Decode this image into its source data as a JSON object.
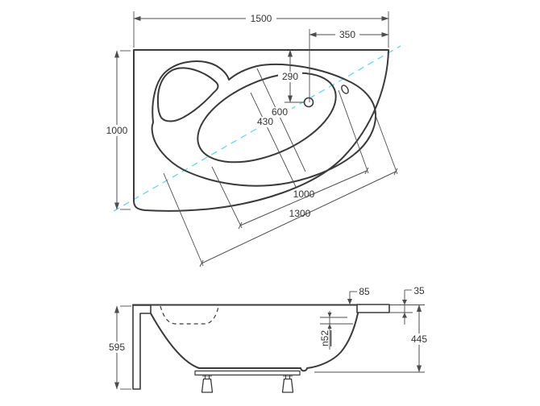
{
  "drawing": {
    "subject": "corner-bathtub-technical-drawing",
    "colors": {
      "outline": "#3a3a3a",
      "dimension_lines": "#4d4d4d",
      "centerline": "#74d4ea",
      "background": "#ffffff",
      "text": "#333333"
    },
    "top_view": {
      "overall_width": "1500",
      "tap_offset_from_right": "350",
      "drain_offset_from_top": "290",
      "basin_width_upper": "600",
      "basin_width_floor": "430",
      "overall_depth": "1000",
      "basin_length_diagonal": "1000",
      "interior_length_diagonal": "1300"
    },
    "side_view": {
      "total_height_with_feet": "595",
      "rim_overhang": "85",
      "rim_thickness": "35",
      "overflow_diameter": "n52",
      "shell_height": "445"
    }
  }
}
